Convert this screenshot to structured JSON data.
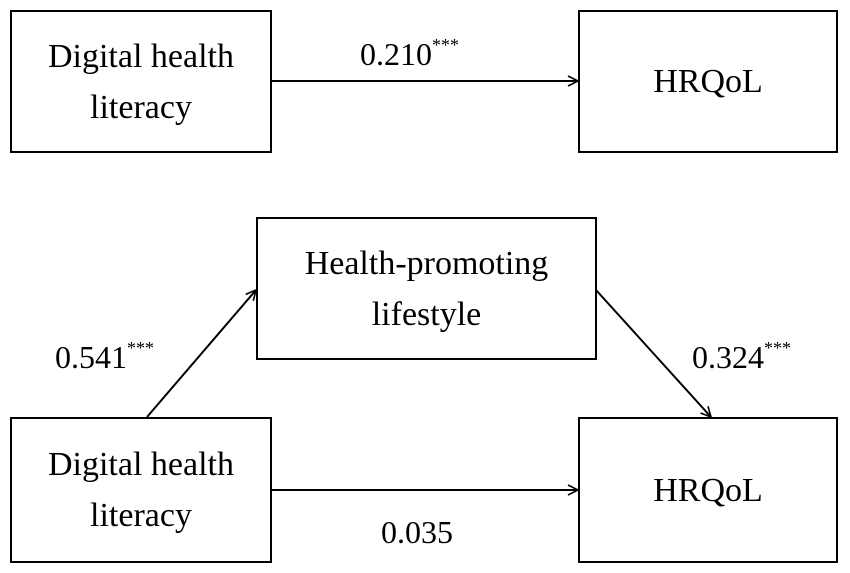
{
  "top_model": {
    "predictor": {
      "line1": "Digital health",
      "line2": "literacy"
    },
    "outcome": {
      "label": "HRQoL"
    },
    "path": {
      "value": "0.210",
      "sig": "***"
    }
  },
  "bottom_model": {
    "mediator": {
      "line1": "Health-promoting",
      "line2": "lifestyle"
    },
    "predictor": {
      "line1": "Digital health",
      "line2": "literacy"
    },
    "outcome": {
      "label": "HRQoL"
    },
    "path_a": {
      "value": "0.541",
      "sig": "***"
    },
    "path_b": {
      "value": "0.324",
      "sig": "***"
    },
    "path_c_prime": {
      "value": "0.035"
    }
  }
}
